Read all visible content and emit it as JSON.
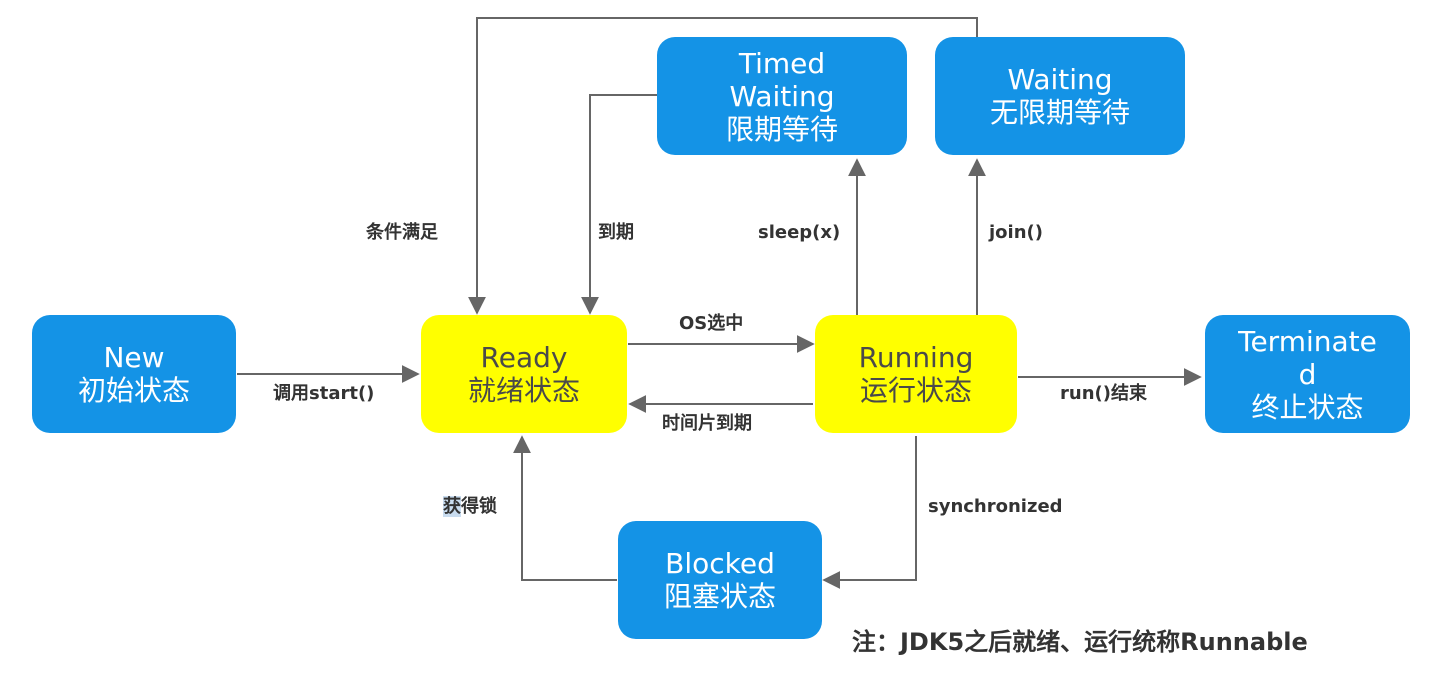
{
  "nodes": {
    "new": {
      "line1": "New",
      "line2": "初始状态"
    },
    "ready": {
      "line1": "Ready",
      "line2": "就绪状态"
    },
    "running": {
      "line1": "Running",
      "line2": "运行状态"
    },
    "terminated": {
      "line1": "Terminate",
      "line2": "d",
      "line3": "终止状态"
    },
    "timed_waiting": {
      "line1": "Timed",
      "line2": "Waiting",
      "line3": "限期等待"
    },
    "waiting": {
      "line1": "Waiting",
      "line2": "无限期等待"
    },
    "blocked": {
      "line1": "Blocked",
      "line2": "阻塞状态"
    }
  },
  "edges": {
    "call_start": "调用start()",
    "os_selected": "OS选中",
    "time_slice_expired": "时间片到期",
    "run_end": "run()结束",
    "condition_met": "条件满足",
    "expired": "到期",
    "sleep": "sleep(x)",
    "join": "join()",
    "synchronized": "synchronized",
    "acquire_lock_char1": "获",
    "acquire_lock_rest": "得锁"
  },
  "note": "注：JDK5之后就绪、运行统称Runnable",
  "colors": {
    "blue_node": "#1493e6",
    "yellow_node": "#ffff00",
    "edge": "#666666"
  }
}
